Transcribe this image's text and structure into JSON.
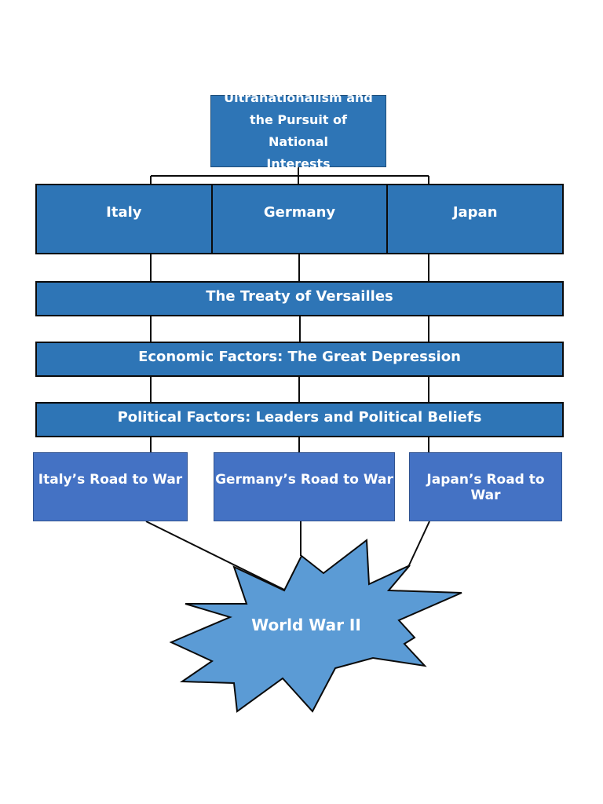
{
  "diagram": {
    "root": {
      "lines": [
        "Ultranationalism and",
        "the Pursuit of National",
        "Interests"
      ]
    },
    "countries": [
      "Italy",
      "Germany",
      "Japan"
    ],
    "factors": {
      "treaty": "The Treaty of Versailles",
      "economic": "Economic Factors: The Great Depression",
      "political": "Political Factors: Leaders and Political Beliefs"
    },
    "roads": {
      "italy": "Italy’s Road to War",
      "germany": "Germany’s Road to War",
      "japan": "Japan’s Road to War"
    },
    "outcome": "World War II"
  },
  "colors": {
    "box_dark": "#2e75b6",
    "box_medium": "#4472c4",
    "burst": "#5b9bd5",
    "line": "#0b0b0b",
    "text": "#ffffff"
  }
}
